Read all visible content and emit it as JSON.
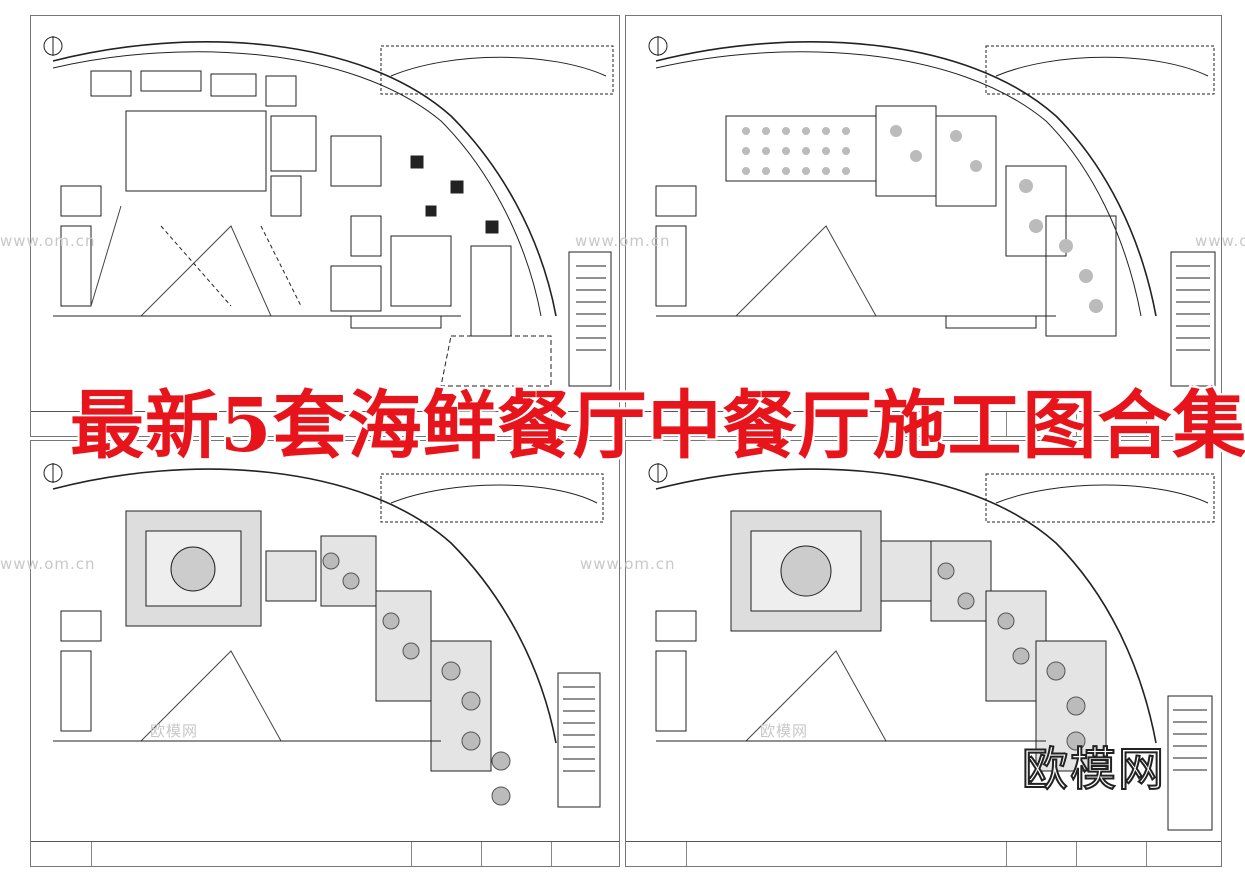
{
  "headline": "最新5套海鲜餐厅中餐厅施工图合集",
  "stamp": "欧模网",
  "watermark_url": "www.om.cn",
  "watermark_brand": "欧模网",
  "sheets": [
    {
      "id": "top-left"
    },
    {
      "id": "top-right"
    },
    {
      "id": "bottom-left"
    },
    {
      "id": "bottom-right"
    }
  ]
}
